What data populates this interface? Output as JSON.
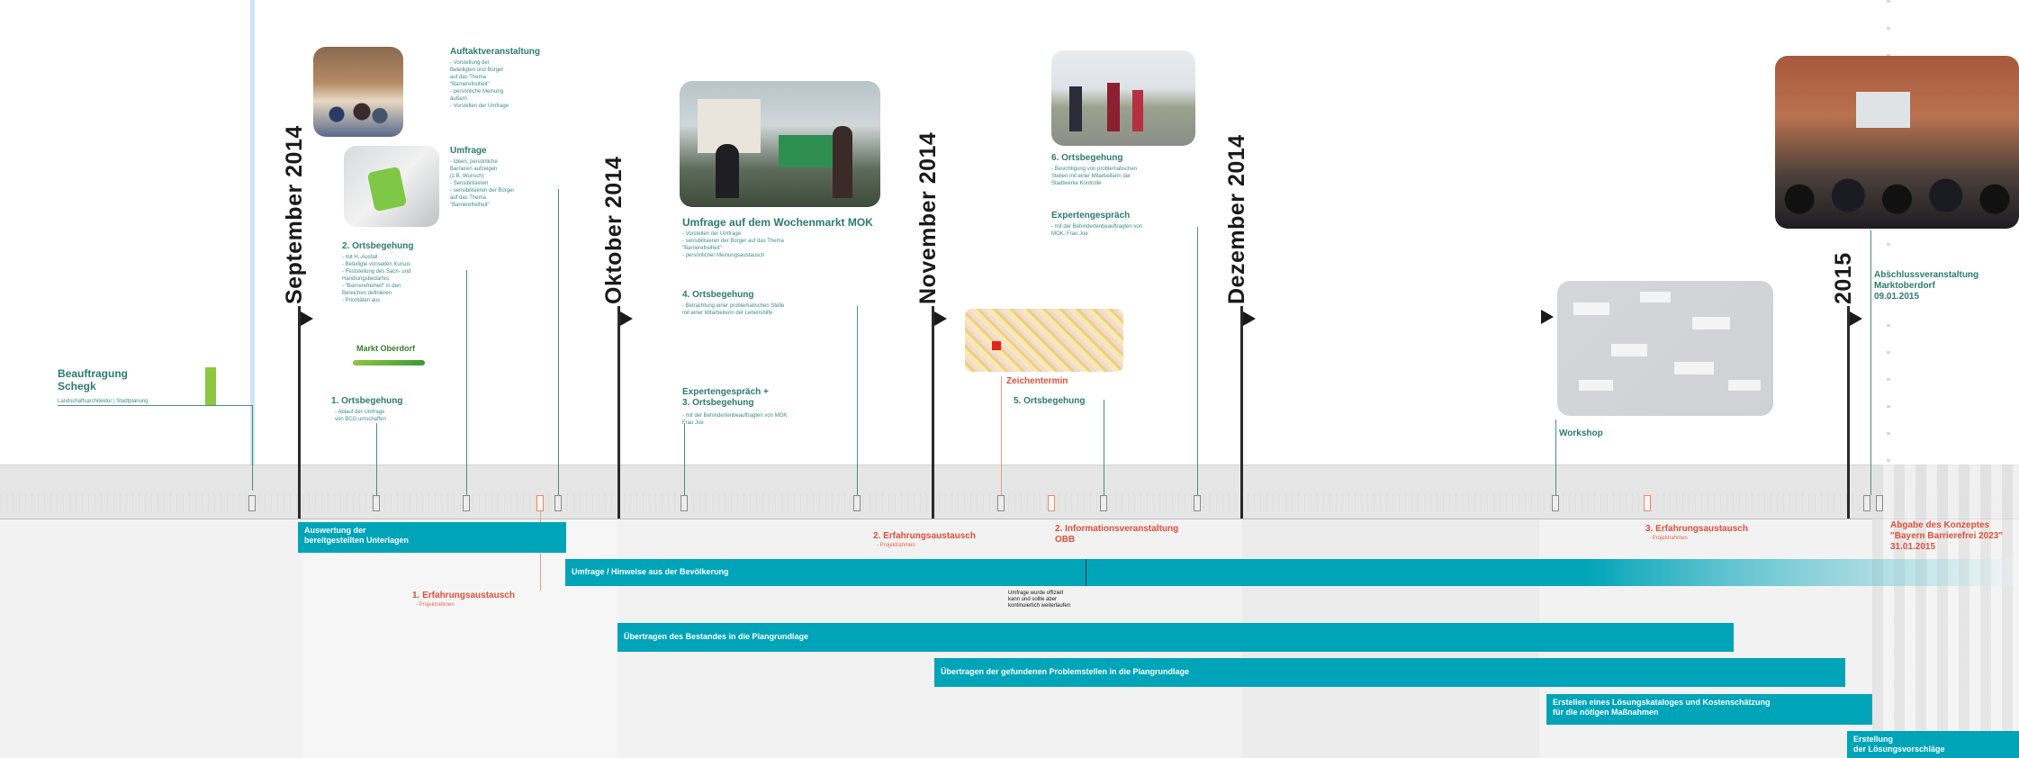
{
  "months": [
    {
      "label": "September 2014"
    },
    {
      "label": "Oktober 2014"
    },
    {
      "label": "November 2014"
    },
    {
      "label": "Dezember 2014"
    },
    {
      "label": "2015"
    }
  ],
  "events": {
    "beauftragung": {
      "title": "Beauftragung\nSchegk",
      "desc": "Landschaftsarchitektur | Stadtplanung"
    },
    "auftakt": {
      "title": "Auftaktveranstaltung",
      "desc": "- Vorstellung der\n  Beteiligten und Bürger\n  auf das Thema\n  \"Barrierefreiheit\"\n- persönliche Meinung\n  äußern\n- Vorstellen der Umfrage"
    },
    "umfrage": {
      "title": "Umfrage",
      "desc": "- Ideen, persönliche\n  Barrieren aufzeigen\n  (z.B. Wunsch)\n- Sensibilisieren\n- sensibilisieren der Bürger\n  auf das Thema\n  \"Barrierefreiheit\""
    },
    "ortsbegehung2": {
      "title": "2. Ortsbegehung",
      "desc": "- mit H.-Ausfall\n- Beteiligte vonseiten Kursus\n- Feststellung des Sach- und\n  Handlungsbedarfes\n- \"Barrierefreiheit\" in den\n  Bereichen definieren\n- Prioritäten aus"
    },
    "ortsbegehung1": {
      "title": "1. Ortsbegehung",
      "desc": "- Ablauf der Umfrage\n  von BCG umschaffen"
    },
    "wochenmarkt": {
      "title": "Umfrage auf dem Wochenmarkt MOK",
      "desc": "- Vorstellen der Umfrage\n- sensibilisieren der Bürger auf das Thema\n  \"Barrierefreiheit\"\n- persönlicher Meinungsaustausch"
    },
    "ortsbegehung4": {
      "title": "4. Ortsbegehung",
      "desc": "- Betrachtung einer problematischen Stelle\n  mit einer Mitarbeiterin der Lebenshilfe"
    },
    "experten3": {
      "title": "Expertengespräch +\n3. Ortsbegehung",
      "desc": "- mit der Behindertenbeauftragten von MOK\n  Frau Joe"
    },
    "ortsbegehung6": {
      "title": "6. Ortsbegehung",
      "desc": "- Besichtigung von problematischen\n  Stellen mit einer Mitarbeiterin der\n  Stadtwerke Kontrolle"
    },
    "experten": {
      "title": "Expertengespräch",
      "desc": "- mit der Behindertenbeauftragten von\n  MOK, Frau Joe"
    },
    "zeichentermin": {
      "title": "Zeichentermin"
    },
    "ortsbegehung5": {
      "title": "5. Ortsbegehung"
    },
    "workshop": {
      "title": "Workshop"
    },
    "abschluss": {
      "title": "Abschlussveranstaltung\nMarktoberdorf\n09.01.2015"
    },
    "erfahrung1": {
      "title": "1. Erfahrungsaustausch",
      "desc": "- Projektrahmen"
    },
    "erfahrung2": {
      "title": "2. Erfahrungsaustausch",
      "desc": "- Projektrahmen"
    },
    "info2": {
      "title": "2. Informationsveranstaltung\nOBB"
    },
    "erfahrung3": {
      "title": "3. Erfahrungsaustausch",
      "desc": "- Projektrahmen"
    },
    "abgabe": {
      "title": "Abgabe des Konzeptes\n\"Bayern Barrierefrei 2023\"\n31.01.2015"
    }
  },
  "logo": {
    "text": "Markt Oberdorf"
  },
  "bars": [
    {
      "label": "Auswertung der\nbereitgestellten Unterlagen"
    },
    {
      "label": "Umfrage / Hinweise aus der Bevölkerung"
    },
    {
      "label": "Übertragen des Bestandes in die Plangrundlage"
    },
    {
      "label": "Übertragen der gefundenen Problemstellen in die Plangrundlage"
    },
    {
      "label": "Erstellen eines Lösungskataloges und Kostenschätzung\nfür die nötigen Maßnahmen"
    },
    {
      "label": "Erstellung\nder Lösungsvorschläge"
    }
  ],
  "notes": {
    "umfrage_note": "Umfrage wurde offiziell\nkann und sollte aber\nkontinuierlich weiterlaufen"
  },
  "colors": {
    "teal": "#00a4b9",
    "green_text": "#2b7a70",
    "red_text": "#e04f3a",
    "lime": "#8dc63f",
    "band": "#e9e9e9"
  }
}
